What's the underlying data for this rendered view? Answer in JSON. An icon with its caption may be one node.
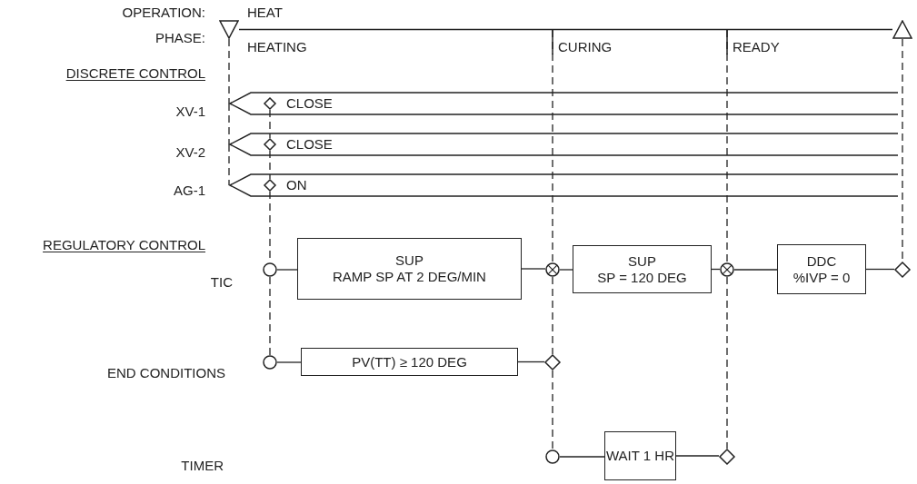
{
  "diagram": {
    "nodes": [
      {
        "text": [],
        "shape": "triangle"
      },
      {
        "text": [],
        "shape": "triangle"
      },
      {
        "text": [
          "CLOSE"
        ]
      },
      {
        "text": [],
        "shape": "diamond",
        "in": 2
      },
      {
        "text": [
          "CLOSE"
        ]
      },
      {
        "text": [],
        "shape": "diamond",
        "in": 4
      },
      {
        "text": [
          "ON"
        ]
      },
      {
        "text": [],
        "shape": "diamond",
        "in": 6
      },
      {
        "text": [],
        "shape": "circle"
      },
      {
        "text": [
          "SUP",
          "RAMP SP AT 2 DEG/MIN"
        ]
      },
      {
        "text": [],
        "shape": "crossed-circle"
      },
      {
        "text": [
          "SUP",
          "SP = 120 DEG"
        ]
      },
      {
        "text": [],
        "shape": "crossed-circle"
      },
      {
        "text": [
          "DDC",
          "%IVP = 0"
        ]
      },
      {
        "text": [],
        "shape": "diamond"
      },
      {
        "text": [],
        "shape": "circle"
      },
      {
        "text": [
          "PV(TT) ≥ 120 DEG"
        ]
      },
      {
        "text": [],
        "shape": "diamond"
      },
      {
        "text": [],
        "shape": "circle"
      },
      {
        "text": [
          "WAIT 1 HR"
        ]
      },
      {
        "text": [],
        "shape": "diamond"
      }
    ],
    "edges": [
      {
        "from": 0,
        "to": 1,
        "arrow": "none"
      },
      {
        "from": 0,
        "to": 2,
        "arrow": "none",
        "style": "dashed"
      },
      {
        "from": 2,
        "to": 4,
        "arrow": "none",
        "style": "dashed"
      },
      {
        "from": 4,
        "to": 6,
        "arrow": "none",
        "style": "dashed"
      },
      {
        "from": 3,
        "to": 5,
        "arrow": "none",
        "style": "dashed"
      },
      {
        "from": 5,
        "to": 7,
        "arrow": "none",
        "style": "dashed"
      },
      {
        "from": 7,
        "to": 8,
        "arrow": "none",
        "style": "dashed"
      },
      {
        "from": 8,
        "to": 15,
        "arrow": "none",
        "style": "dashed"
      },
      {
        "from": null,
        "to": 10,
        "arrow": "none",
        "style": "dashed"
      },
      {
        "from": 10,
        "to": 17,
        "arrow": "none",
        "style": "dashed"
      },
      {
        "from": 17,
        "to": 18,
        "arrow": "none",
        "style": "dashed"
      },
      {
        "from": null,
        "to": 12,
        "arrow": "none",
        "style": "dashed"
      },
      {
        "from": 12,
        "to": 20,
        "arrow": "none",
        "style": "dashed"
      },
      {
        "from": 1,
        "to": 14,
        "arrow": "none",
        "style": "dashed"
      },
      {
        "from": 8,
        "to": 9,
        "arrow": "none"
      },
      {
        "from": 9,
        "to": 10,
        "arrow": "none"
      },
      {
        "from": 10,
        "to": 11,
        "arrow": "none"
      },
      {
        "from": 11,
        "to": 12,
        "arrow": "none"
      },
      {
        "from": 12,
        "to": 13,
        "arrow": "none"
      },
      {
        "from": 13,
        "to": 14,
        "arrow": "none"
      },
      {
        "from": 15,
        "to": 16,
        "arrow": "none"
      },
      {
        "from": 16,
        "to": 17,
        "arrow": "none"
      },
      {
        "from": 18,
        "to": 19,
        "arrow": "none"
      },
      {
        "from": 19,
        "to": 20,
        "arrow": "none"
      }
    ],
    "labels": [
      "OPERATION:",
      "PHASE:",
      "HEAT",
      "HEATING",
      "CURING",
      "READY",
      "DISCRETE CONTROL",
      "XV-1",
      "XV-2",
      "AG-1",
      "REGULATORY CONTROL",
      "TIC",
      "END CONDITIONS",
      "TIMER"
    ]
  }
}
